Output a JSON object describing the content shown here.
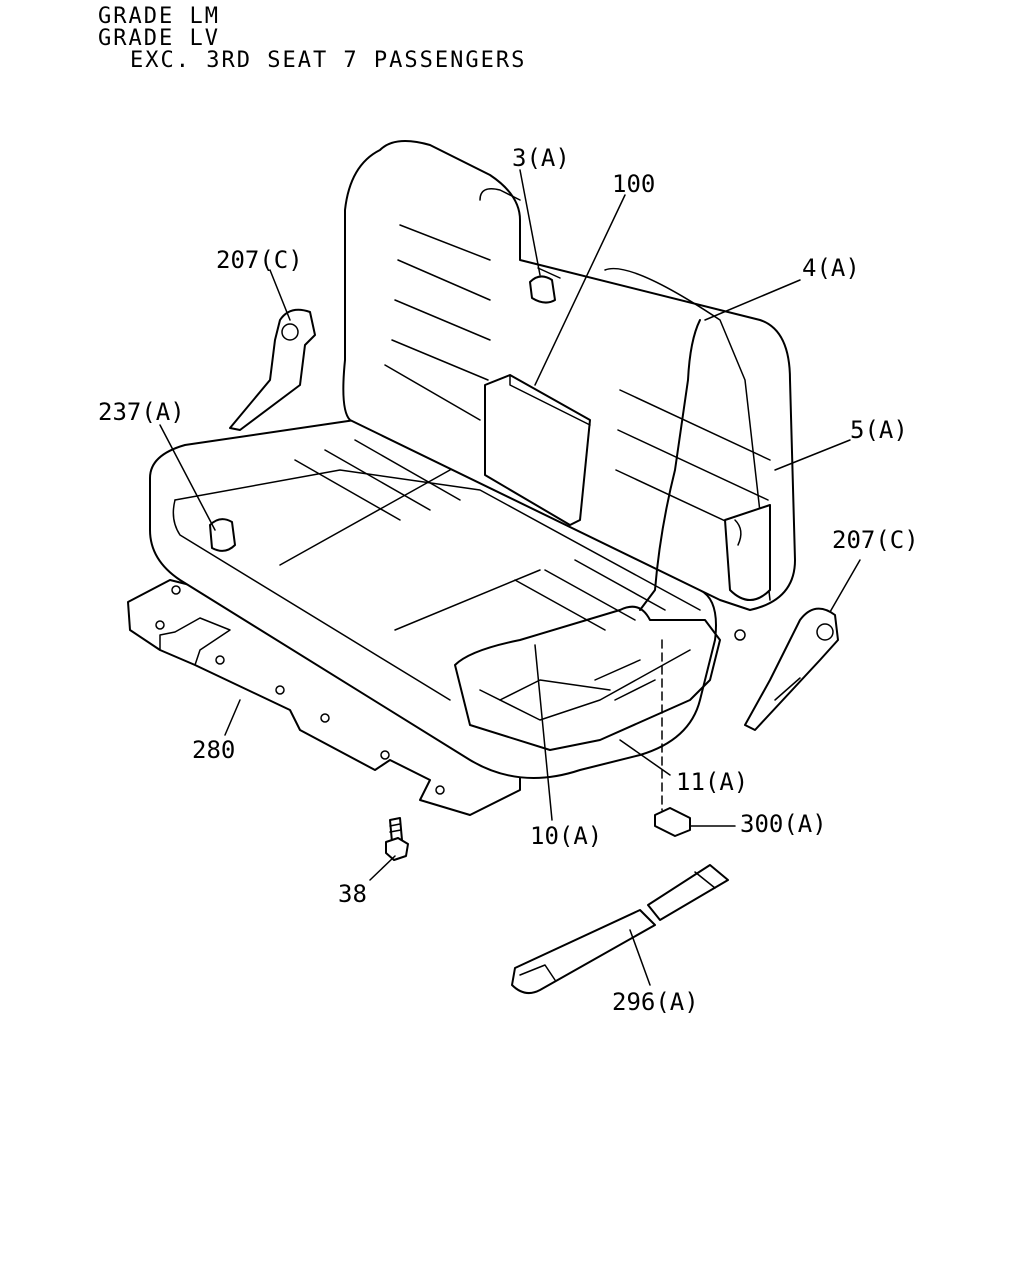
{
  "header": {
    "line1": "GRADE LM",
    "line2": "GRADE LV",
    "line3": "EXC. 3RD SEAT 7 PASSENGERS"
  },
  "callouts": {
    "c_3a": "3(A)",
    "c_100": "100",
    "c_207c_left": "207(C)",
    "c_4a": "4(A)",
    "c_5a": "5(A)",
    "c_237a": "237(A)",
    "c_207c_right": "207(C)",
    "c_280": "280",
    "c_11a": "11(A)",
    "c_300a": "300(A)",
    "c_10a": "10(A)",
    "c_38": "38",
    "c_296a": "296(A)"
  }
}
